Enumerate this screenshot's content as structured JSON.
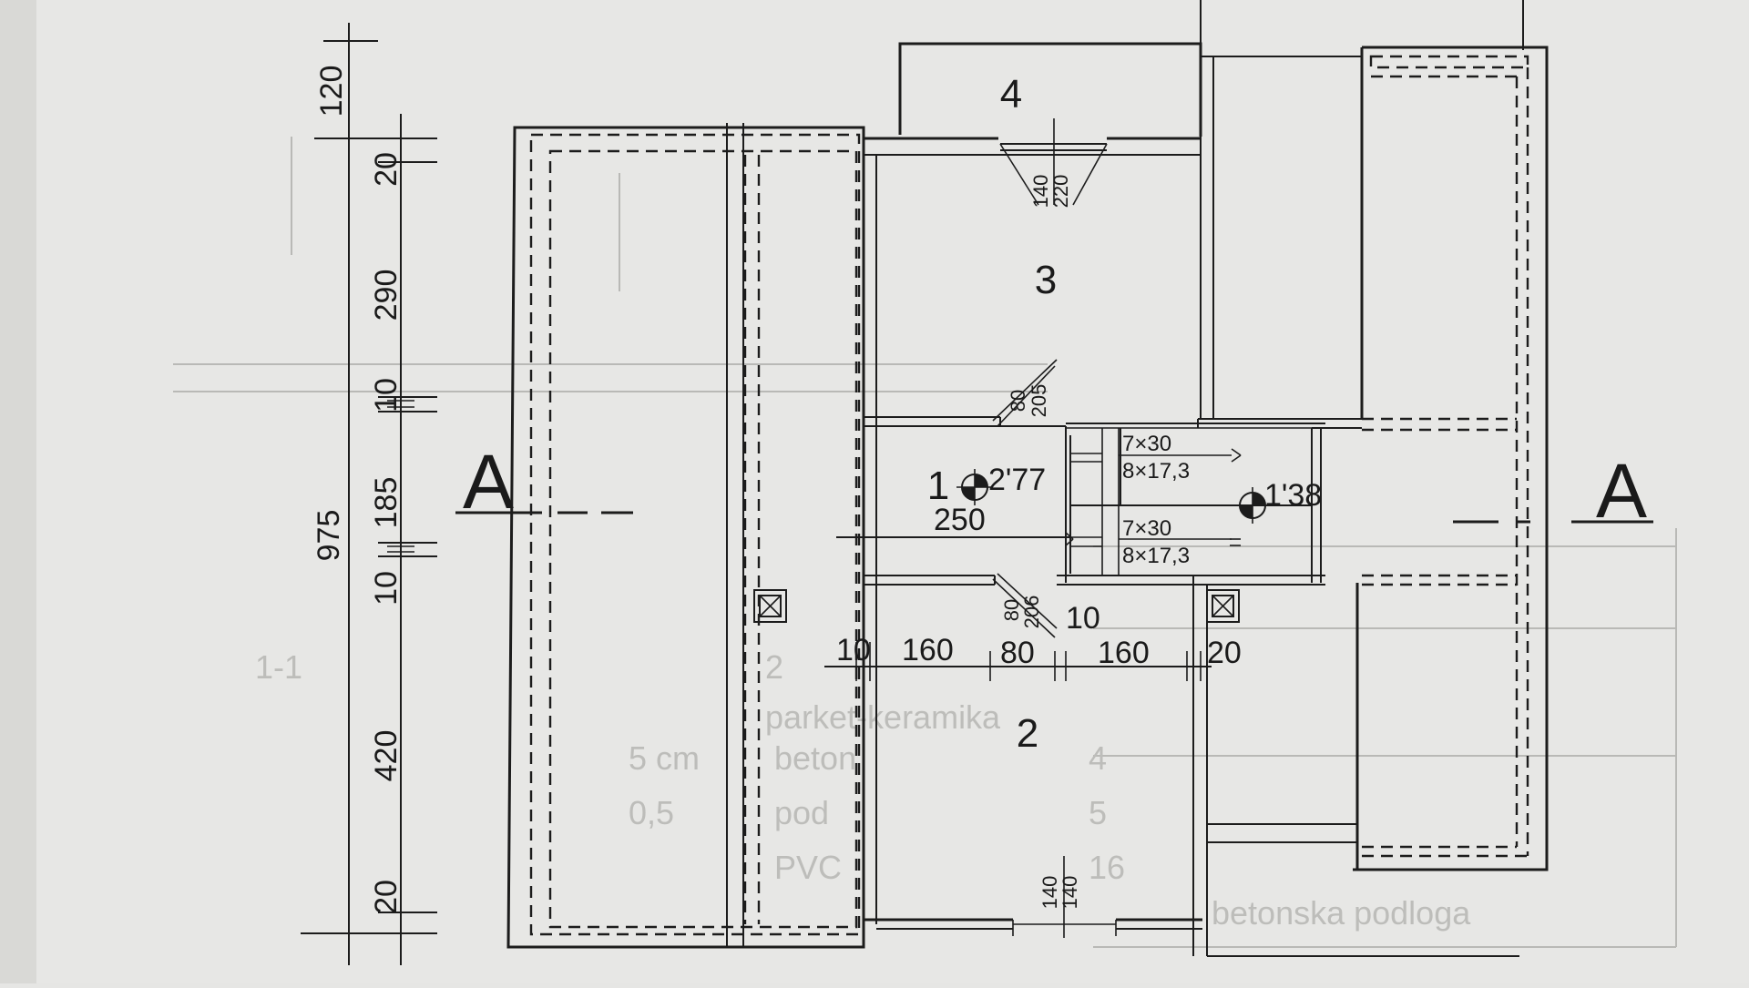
{
  "plan": {
    "section_marks": {
      "left": "A",
      "right": "A"
    },
    "rooms": {
      "r1": "1",
      "r2": "2",
      "r3": "3",
      "r4": "4"
    },
    "vertical_dims": {
      "total": "975",
      "d120": "120",
      "d20_top": "20",
      "d290": "290",
      "d10_a": "10",
      "d185": "185",
      "d10_b": "10",
      "d420": "420",
      "d20_bottom": "20"
    },
    "horizontal_dims": {
      "d10": "10",
      "d160_a": "160",
      "d80": "80",
      "d10_small": "10",
      "d160_b": "160",
      "d20": "20",
      "d250": "250"
    },
    "levels": {
      "l1": "2'77",
      "l2": "1'38"
    },
    "stairs": {
      "top_run_a": "7×30",
      "top_run_b": "8×17,3",
      "bottom_run_a": "7×30",
      "bottom_run_b": "8×17,3"
    },
    "openings": {
      "top_door_a": "140",
      "top_door_b": "220",
      "mid_a": "80",
      "mid_b": "205",
      "low_a": "80",
      "low_b": "206",
      "bottom_a": "140",
      "bottom_b": "140"
    },
    "faint_background": {
      "f1": "1-1",
      "f2": "parket-keramika",
      "f3": "5 cm",
      "f4": "beton",
      "f5": "0,5",
      "f6": "pod",
      "f7": "PVC",
      "f8": "16",
      "f9": "betonska podloga",
      "f10": "2",
      "f11": "4",
      "f12": "5"
    }
  }
}
